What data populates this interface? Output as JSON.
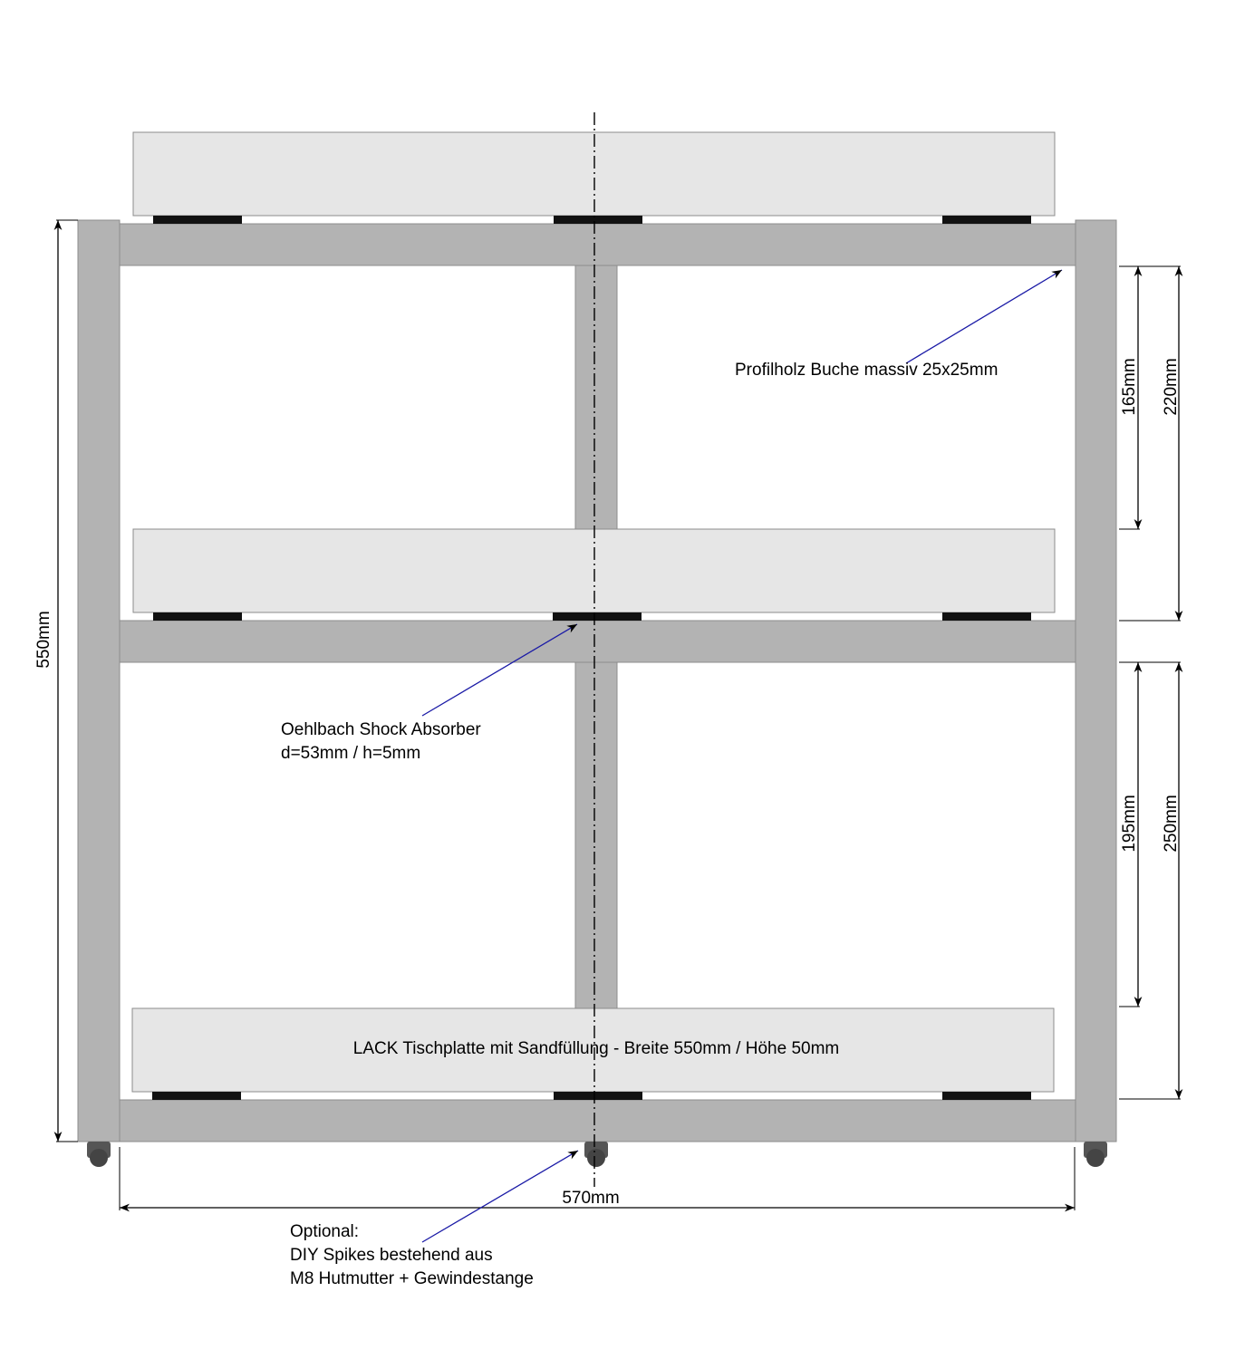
{
  "labels": {
    "profile": "Profilholz Buche massiv 25x25mm",
    "absorber_line1": "Oehlbach Shock Absorber",
    "absorber_line2": "d=53mm / h=5mm",
    "tabletop": "LACK Tischplatte mit Sandfüllung - Breite 550mm / Höhe 50mm",
    "optional_line1": "Optional:",
    "optional_line2": "DIY Spikes bestehend aus",
    "optional_line3": "M8 Hutmutter + Gewindestange"
  },
  "dimensions": {
    "total_height": "550mm",
    "total_width": "570mm",
    "upper_inner": "165mm",
    "upper_outer": "220mm",
    "lower_inner": "195mm",
    "lower_outer": "250mm"
  },
  "colors": {
    "frame": "#b3b3b3",
    "shelf": "#e6e6e6",
    "pad": "#111111",
    "leader": "#1a1aa6"
  }
}
